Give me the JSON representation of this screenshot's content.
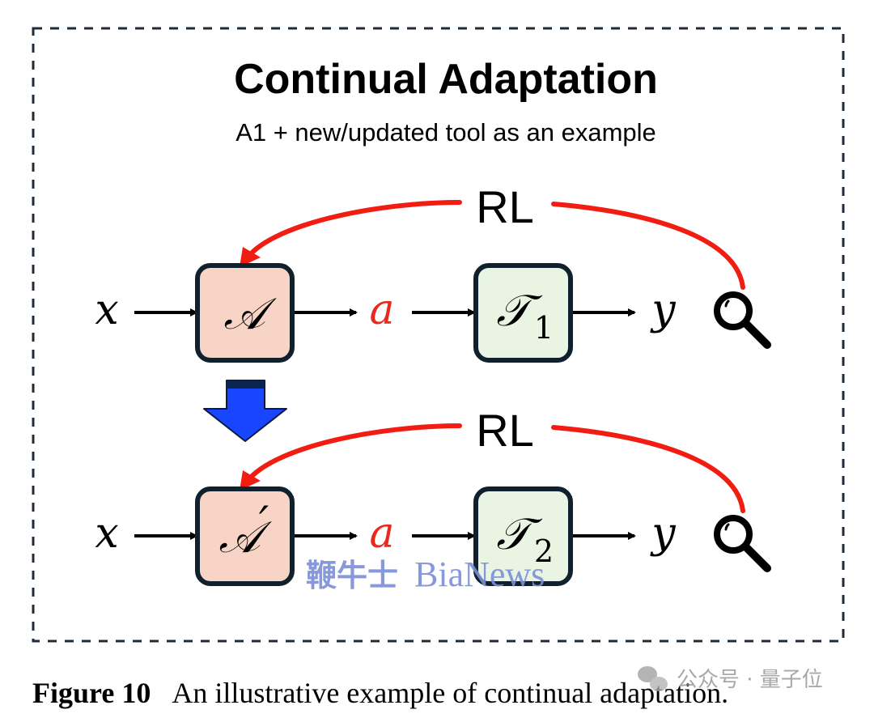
{
  "figure": {
    "title": "Continual Adaptation",
    "subtitle": "A1 + new/updated tool as an example",
    "colors": {
      "border": "#1d2b3a",
      "agent_fill": "#f7d4c5",
      "tool_fill": "#eaf4e3",
      "box_stroke": "#10212d",
      "rl_arrow": "#f21d12",
      "action": "#e8291c",
      "transition_arrow": "#1846ff"
    },
    "rows": [
      {
        "input": "x",
        "agent": "𝒜",
        "agent_prime": "",
        "action": "a",
        "tool": "𝒯",
        "tool_subscript": "1",
        "output": "y",
        "feedback_label": "RL",
        "evaluator_icon": "magnifier-icon"
      },
      {
        "input": "x",
        "agent": "𝒜",
        "agent_prime": "′",
        "action": "a",
        "tool": "𝒯",
        "tool_subscript": "2",
        "output": "y",
        "feedback_label": "RL",
        "evaluator_icon": "magnifier-icon"
      }
    ],
    "transition_icon": "down-arrow-icon"
  },
  "caption": {
    "label": "Figure 10",
    "text": "An illustrative example of continual adaptation."
  },
  "watermarks": {
    "center_cn": "鞭牛士",
    "center_en": "BiaNews",
    "corner": "公众号 · 量子位"
  }
}
